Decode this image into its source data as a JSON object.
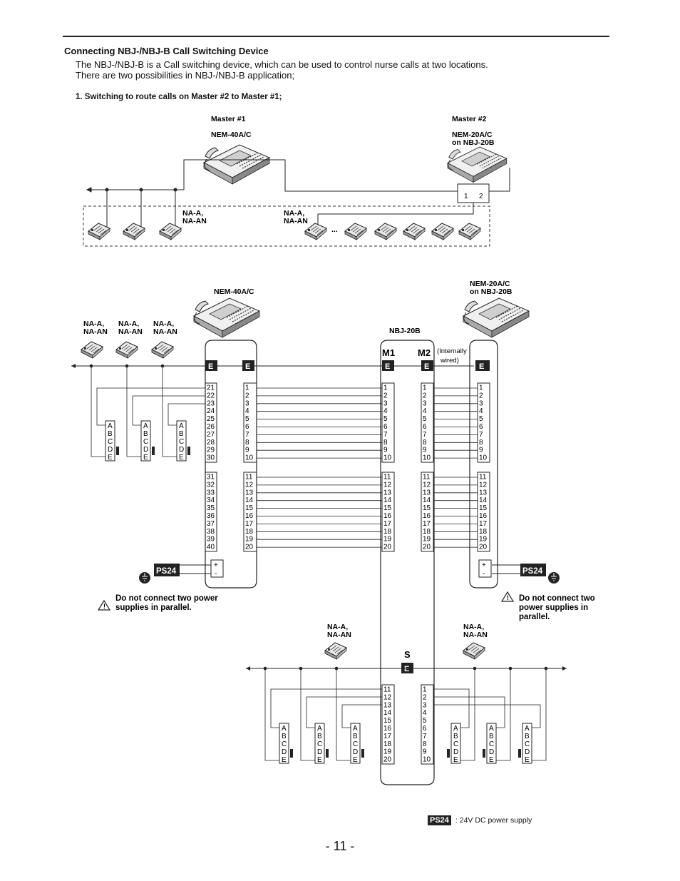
{
  "header": {
    "title": "Connecting NBJ-/NBJ-B Call Switching Device",
    "intro_line1": "The NBJ-/NBJ-B is a Call switching device, which can be used to control nurse calls at two locations.",
    "intro_line2": "There are two possibilities in NBJ-/NBJ-B application;",
    "subheading": "1. Switching to route calls on Master #2 to Master #1;"
  },
  "diagram1": {
    "master1_label": "Master #1",
    "master1_model": "NEM-40A/C",
    "master2_label": "Master #2",
    "master2_model_line1": "NEM-20A/C",
    "master2_model_line2": "on NBJ-20B",
    "stations_left_line1": "NA-A,",
    "stations_left_line2": "NA-AN",
    "stations_right_line1": "NA-A,",
    "stations_right_line2": "NA-AN",
    "ellipsis": "...",
    "switch_pos1": "1",
    "switch_pos2": "2"
  },
  "diagram2": {
    "nem40_label": "NEM-40A/C",
    "nem20_line1": "NEM-20A/C",
    "nem20_line2": "on NBJ-20B",
    "nbj_label": "NBJ-20B",
    "m1": "M1",
    "m2": "M2",
    "internal_line1": "(Internally",
    "internal_line2": "wired)",
    "e_mark": "E",
    "s_mark": "S",
    "station_line1": "NA-A,",
    "station_line2": "NA-AN",
    "abcde": [
      "A",
      "B",
      "C",
      "D",
      "E"
    ],
    "ps24": "PS24",
    "plus": "+",
    "minus": "-",
    "warn_left_line1": "Do not connect two power",
    "warn_left_line2": "supplies in parallel.",
    "warn_right_line1": "Do not connect two",
    "warn_right_line2": "power supplies in",
    "warn_right_line3": "parallel."
  },
  "legend": {
    "badge": "PS24",
    "text": ": 24V DC power supply"
  },
  "page_number": "- 11 -"
}
